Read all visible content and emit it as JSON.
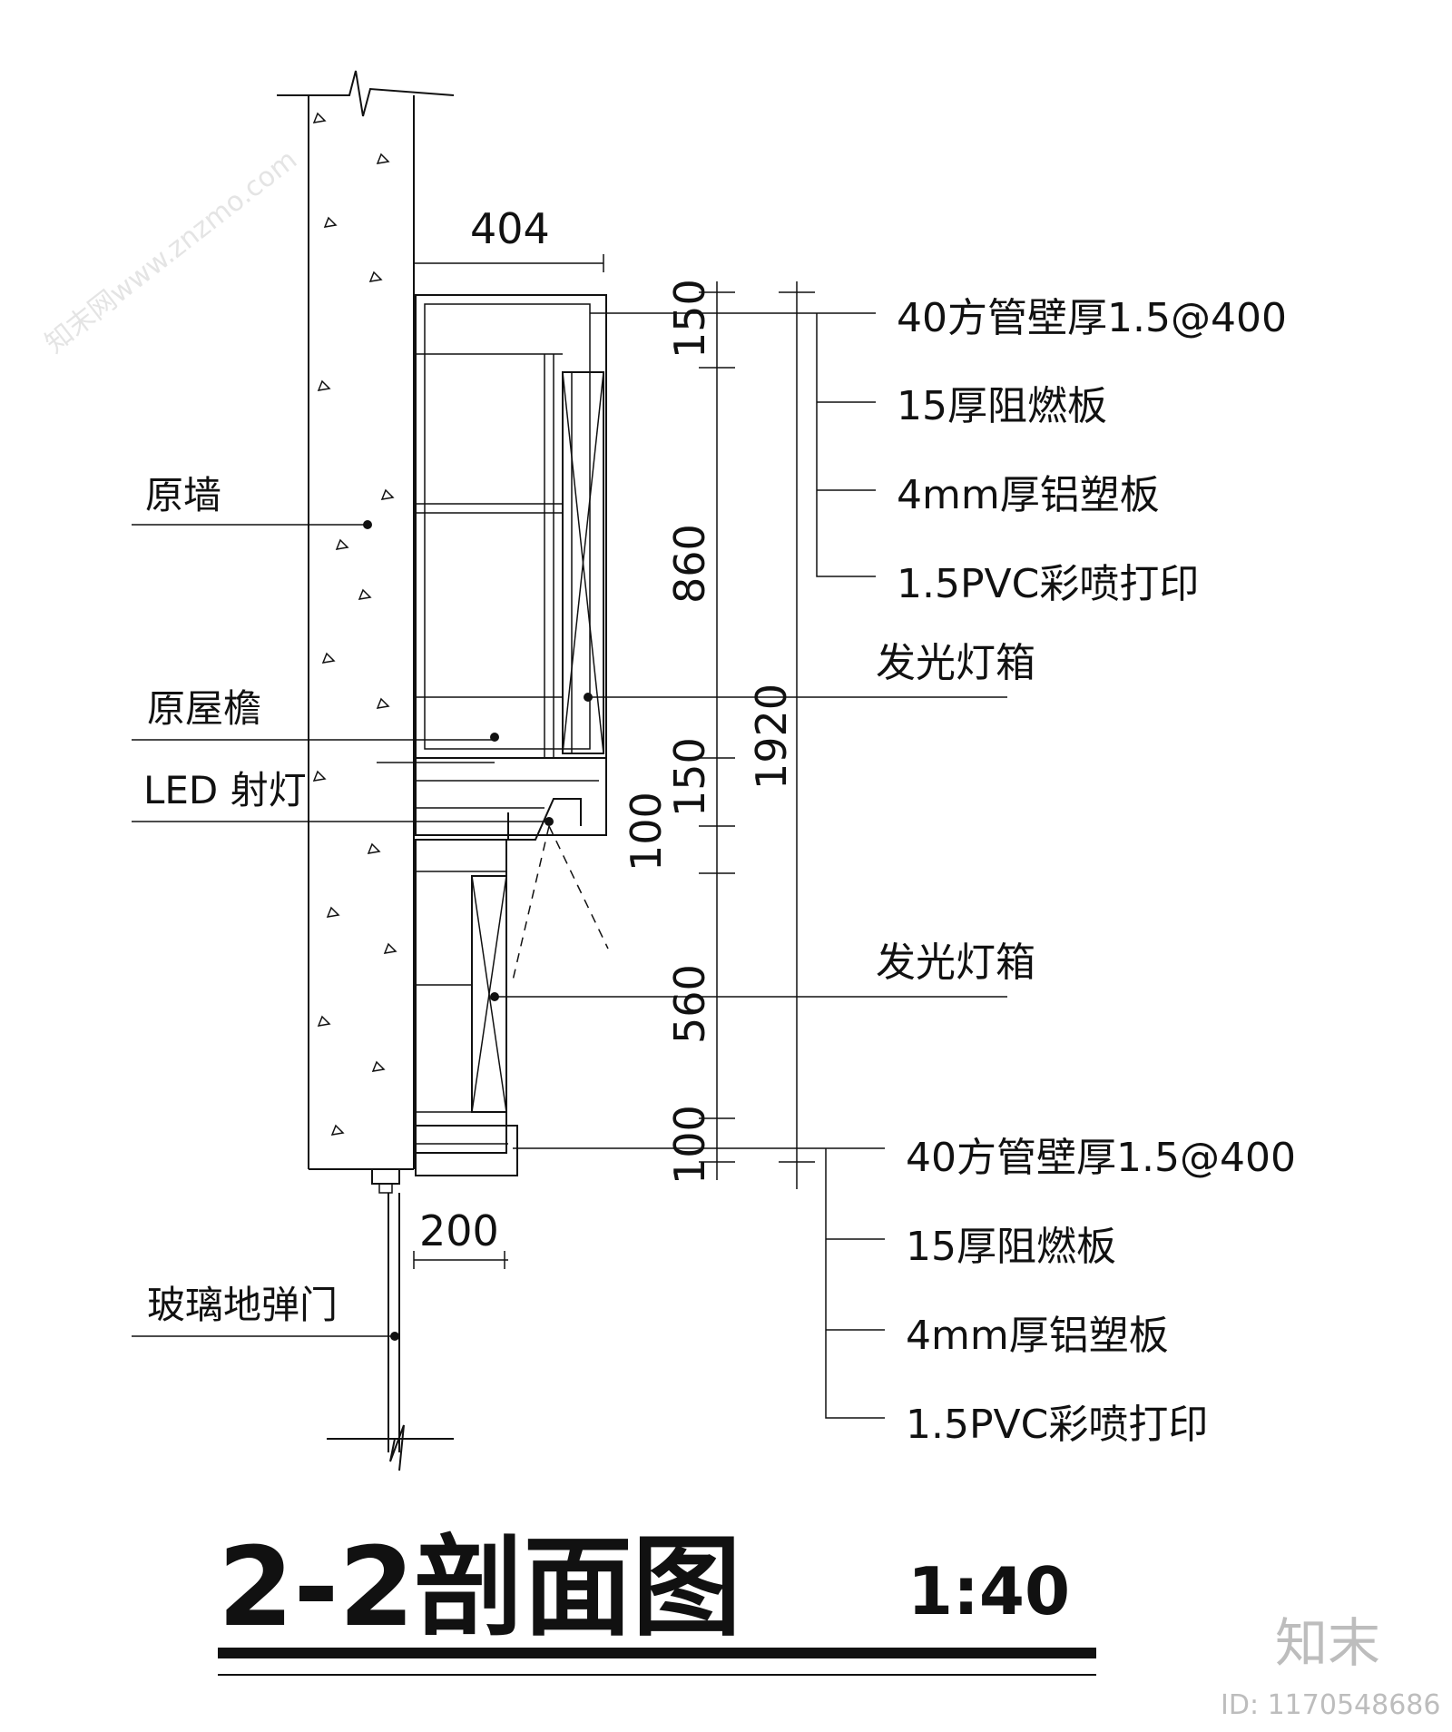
{
  "drawing": {
    "title": "2-2剖面图",
    "scale": "1:40",
    "dimensions": {
      "top_width": "404",
      "bottom_width": "200",
      "d150_top": "150",
      "d860": "860",
      "d150_mid": "150",
      "d100_mid": "100",
      "d560": "560",
      "d100_bottom": "100",
      "d1920": "1920"
    },
    "left_labels": {
      "original_wall": "原墙",
      "original_eave": "原屋檐",
      "led_spotlight": "LED 射灯",
      "glass_door": "玻璃地弹门"
    },
    "right_labels_top": {
      "tube": "40方管壁厚1.5@400",
      "board": "15厚阻燃板",
      "alu": "4mm厚铝塑板",
      "pvc": "1.5PVC彩喷打印"
    },
    "lightbox_upper": "发光灯箱",
    "lightbox_lower": "发光灯箱",
    "right_labels_bottom": {
      "tube": "40方管壁厚1.5@400",
      "board": "15厚阻燃板",
      "alu": "4mm厚铝塑板",
      "pvc": "1.5PVC彩喷打印"
    }
  },
  "branding": {
    "logo": "知末",
    "id_text": "ID: 1170548686",
    "watermark": "知末网www.znzmo.com"
  }
}
